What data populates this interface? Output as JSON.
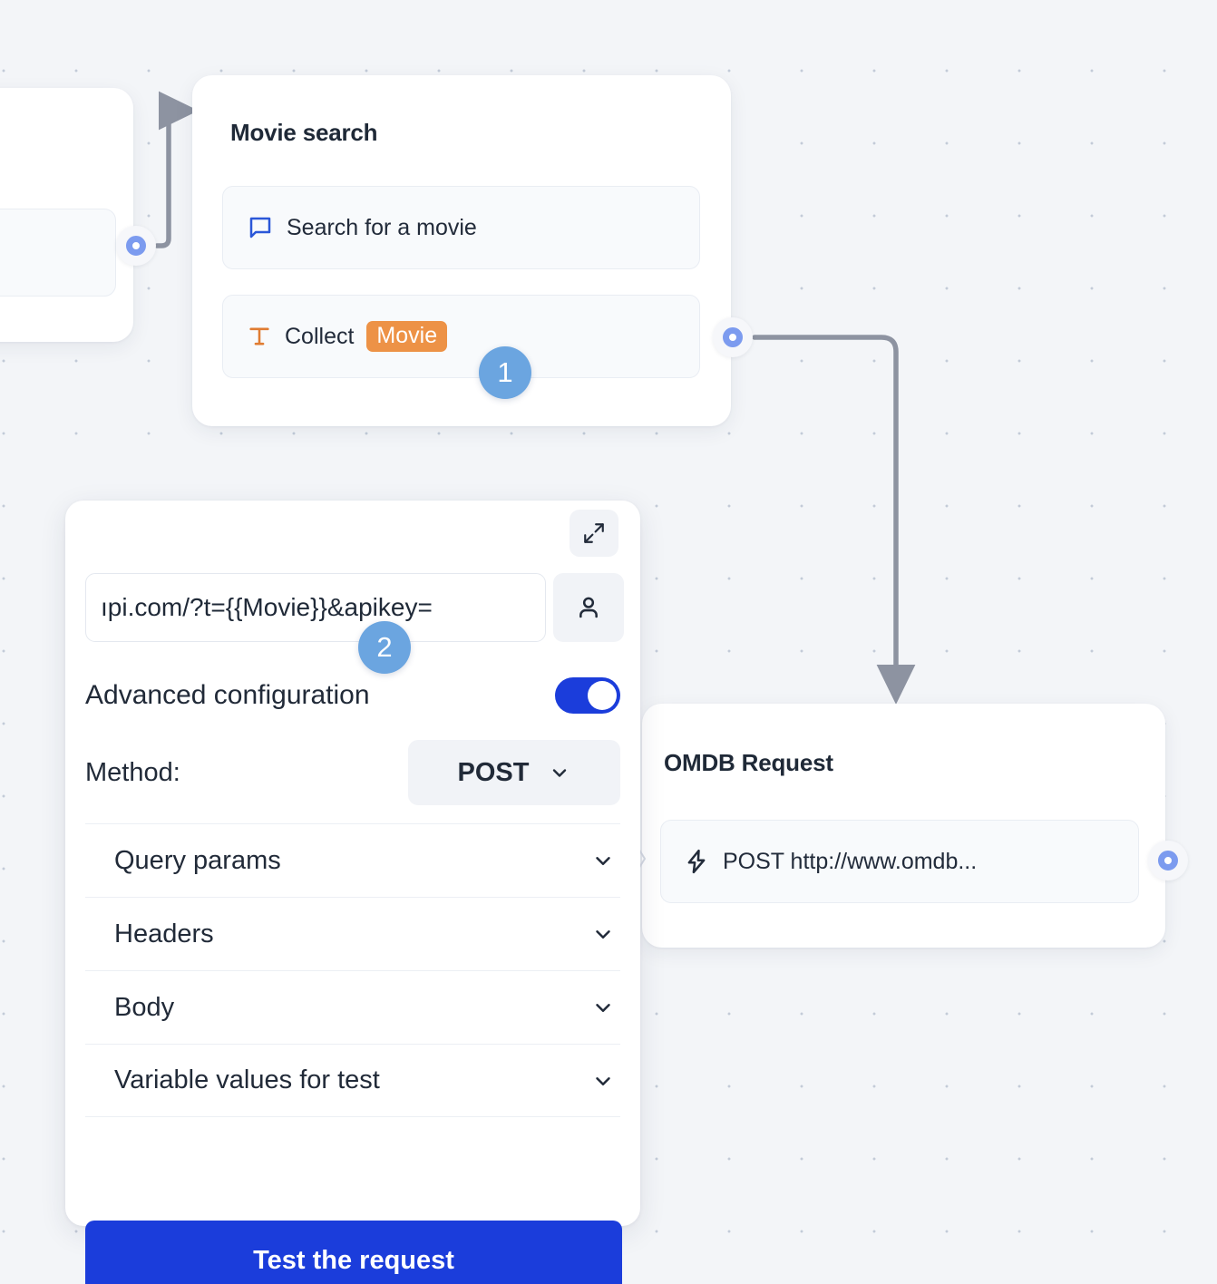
{
  "canvas": {
    "background_color": "#f3f5f8",
    "dot_color": "#c3cbd8"
  },
  "nodes": [
    {
      "id": "left-partial",
      "title": "",
      "rows": []
    },
    {
      "id": "movie-search",
      "title": "Movie search",
      "rows": [
        {
          "icon": "chat-bubble-icon",
          "label": "Search for a movie"
        },
        {
          "icon": "text-field-icon",
          "label": "Collect",
          "chip": "Movie"
        }
      ]
    },
    {
      "id": "omdb-request",
      "title": "OMDB Request",
      "rows": [
        {
          "icon": "lightning-bolt-icon",
          "label": "POST http://www.omdb..."
        }
      ]
    }
  ],
  "panel": {
    "expand_icon": "expand-diagonal-icon",
    "url_field": {
      "value": "ıpi.com/?t={{Movie}}&apikey=",
      "placeholder": "Enter request URL"
    },
    "user_button_icon": "user-icon",
    "advanced": {
      "label": "Advanced configuration",
      "toggle_on": true,
      "toggle_color": "#1b3ddb"
    },
    "method": {
      "label": "Method:",
      "value": "POST",
      "chevron_icon": "chevron-down-icon"
    },
    "accordion": [
      {
        "label": "Query params",
        "chevron_icon": "chevron-down-icon"
      },
      {
        "label": "Headers",
        "chevron_icon": "chevron-down-icon"
      },
      {
        "label": "Body",
        "chevron_icon": "chevron-down-icon"
      },
      {
        "label": "Variable values for test",
        "chevron_icon": "chevron-down-icon"
      }
    ],
    "test_button": {
      "label": "Test the request",
      "color": "#1b3ddb"
    }
  },
  "badges": [
    {
      "number": "1",
      "color": "#6ba5e0"
    },
    {
      "number": "2",
      "color": "#6ba5e0"
    }
  ],
  "colors": {
    "chip_orange": "#ed9246",
    "port_blue": "#7c9bef",
    "primary_blue": "#1b3ddb",
    "edge_grey": "#8d93a1",
    "text_dark": "#212a38"
  }
}
